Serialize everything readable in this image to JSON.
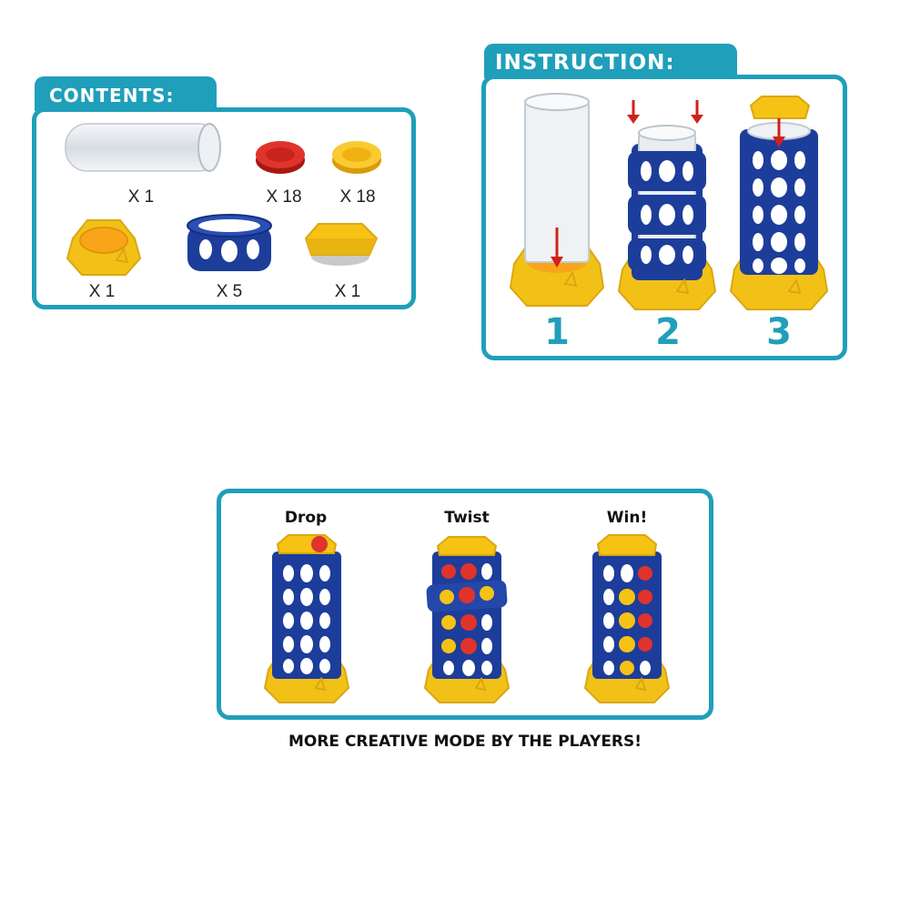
{
  "contents": {
    "title": "CONTENTS",
    "items": [
      {
        "name": "tube",
        "count": "X 1"
      },
      {
        "name": "red-disc",
        "count": "X 18"
      },
      {
        "name": "yellow-disc",
        "count": "X 18"
      },
      {
        "name": "base",
        "count": "X 1"
      },
      {
        "name": "ring",
        "count": "X 5"
      },
      {
        "name": "cap",
        "count": "X 1"
      }
    ]
  },
  "instruction": {
    "title": "INSTRUCTION",
    "steps": [
      "1",
      "2",
      "3"
    ]
  },
  "play": {
    "steps": [
      "Drop",
      "Twist",
      "Win!"
    ],
    "footer": "MORE CREATIVE MODE BY THE PLAYERS!"
  },
  "colors": {
    "frame": "#1f9fba",
    "tower_blue": "#1f3f9e",
    "yellow": "#f5cc1a",
    "red": "#d82a22",
    "step_number": "#1f9fba"
  },
  "icons": [
    "tube",
    "red-disc",
    "yellow-disc",
    "base",
    "ring",
    "cap",
    "tower",
    "down-arrow"
  ]
}
